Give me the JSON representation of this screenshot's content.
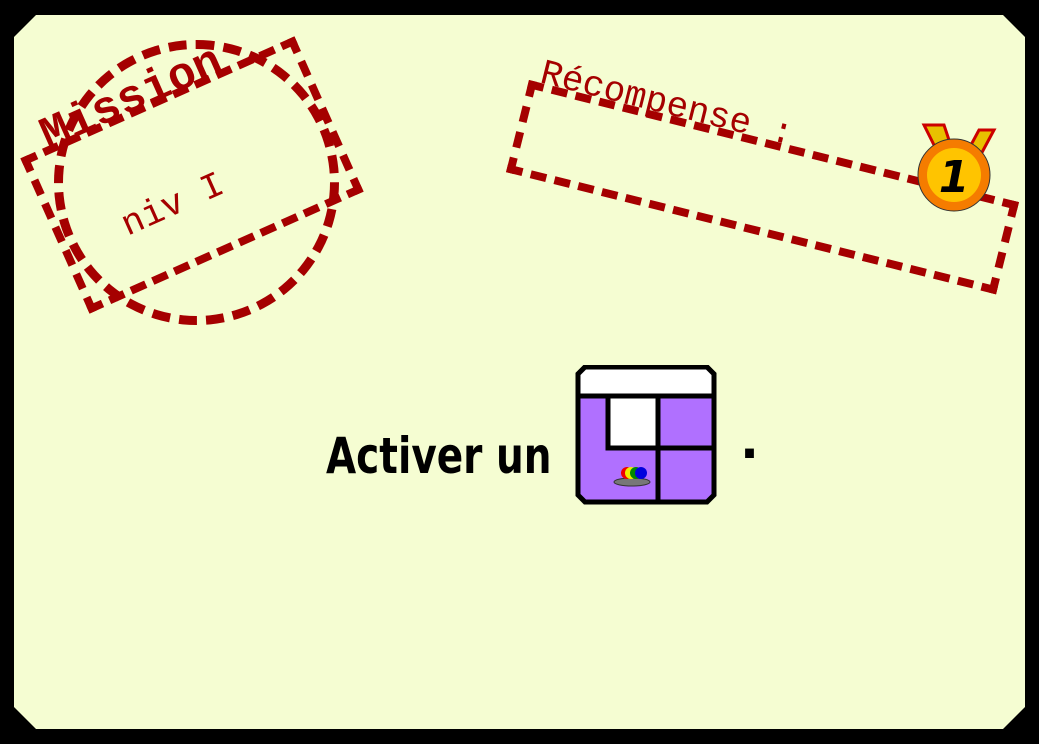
{
  "mission": {
    "title": "Mission",
    "level": "niv I"
  },
  "reward": {
    "label": "Récompense :",
    "medal_value": "1"
  },
  "instruction": {
    "text": "Activer un",
    "end": ".",
    "block_icon": "grid-block-with-pawns-icon"
  },
  "colors": {
    "background": "#f5fdd2",
    "stamp": "#a50000",
    "block": "#b070ff",
    "medal": "#f39c12"
  }
}
